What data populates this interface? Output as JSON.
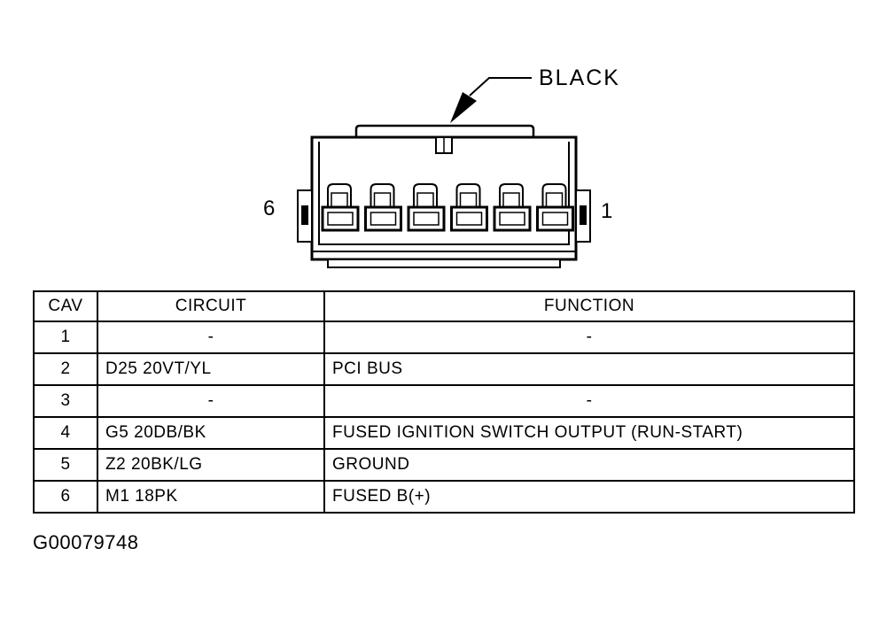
{
  "connector": {
    "color_label": "BLACK",
    "pin_label_left": "6",
    "pin_label_right": "1",
    "cavity_count": 6
  },
  "table": {
    "headers": [
      "CAV",
      "CIRCUIT",
      "FUNCTION"
    ],
    "rows": [
      {
        "cav": "1",
        "circuit": "-",
        "function": "-"
      },
      {
        "cav": "2",
        "circuit": "D25 20VT/YL",
        "function": "PCI BUS"
      },
      {
        "cav": "3",
        "circuit": "-",
        "function": "-"
      },
      {
        "cav": "4",
        "circuit": "G5 20DB/BK",
        "function": "FUSED IGNITION SWITCH OUTPUT (RUN-START)"
      },
      {
        "cav": "5",
        "circuit": "Z2 20BK/LG",
        "function": "GROUND"
      },
      {
        "cav": "6",
        "circuit": "M1 18PK",
        "function": "FUSED B(+)"
      }
    ]
  },
  "figure_id": "G00079748"
}
